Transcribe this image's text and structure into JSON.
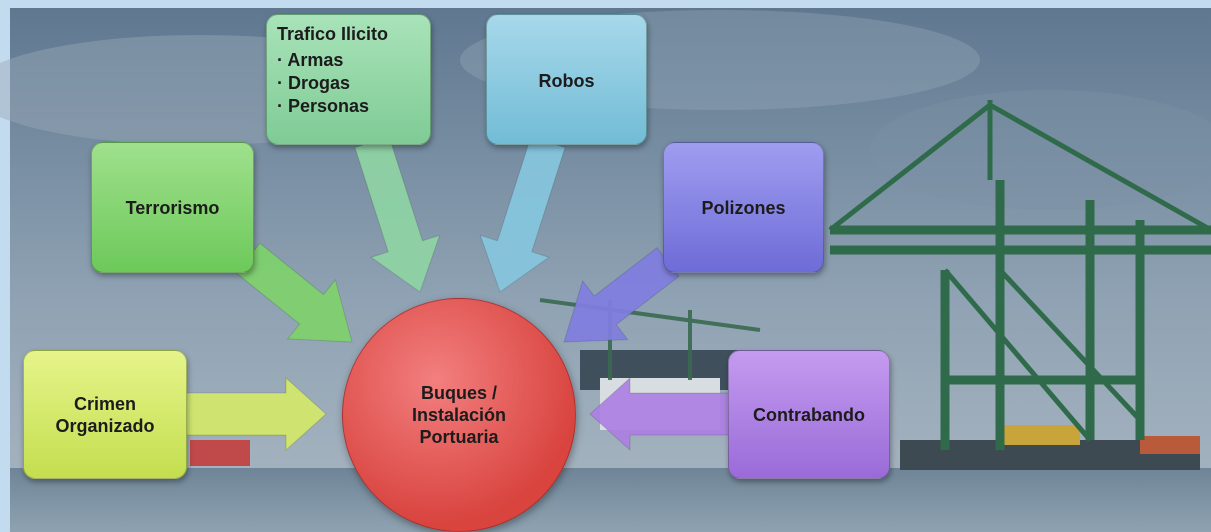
{
  "center": {
    "lines": [
      "Buques /",
      "Instalación",
      "Portuaria"
    ],
    "color": "#e0514c"
  },
  "threats": {
    "terrorismo": {
      "label": "Terrorismo",
      "color": "#7fd26c"
    },
    "trafico": {
      "title": "Trafico Ilicito",
      "items": [
        "Armas",
        "Drogas",
        "Personas"
      ],
      "color": "#8fd4a4"
    },
    "robos": {
      "label": "Robos",
      "color": "#86c7df"
    },
    "polizones": {
      "label": "Polizones",
      "color": "#807ee0"
    },
    "crimen": {
      "lines": [
        "Crimen",
        "Organizado"
      ],
      "color": "#d4e96a"
    },
    "contrabando": {
      "label": "Contrabando",
      "color": "#ad80e3"
    }
  },
  "icons": {
    "arrow": "arrow-icon"
  }
}
